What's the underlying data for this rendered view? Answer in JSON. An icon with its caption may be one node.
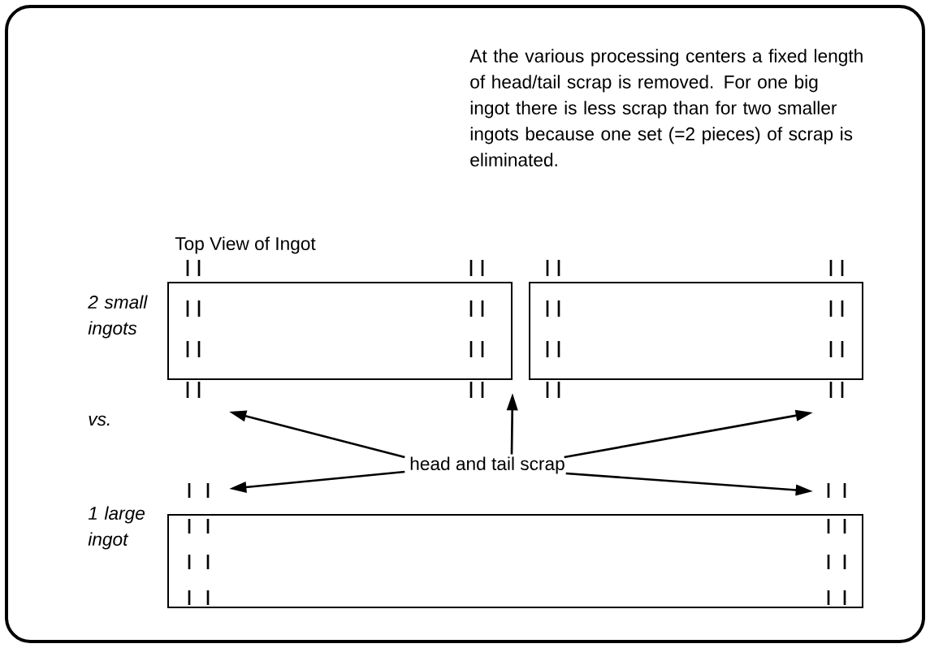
{
  "diagram": {
    "nodes": [
      {
        "text": [],
        "shape": "box"
      },
      {
        "text": [],
        "shape": "box"
      },
      {
        "text": [],
        "shape": "box"
      },
      {
        "text": [
          "head and tail scrap"
        ]
      }
    ],
    "edges": [
      {
        "from": 3,
        "to": 0,
        "arrow": "to"
      },
      {
        "from": 3,
        "to": 0,
        "arrow": "to"
      },
      {
        "from": 3,
        "to": 1,
        "arrow": "to"
      },
      {
        "from": 3,
        "to": 2,
        "arrow": "to"
      },
      {
        "from": 3,
        "to": 2,
        "arrow": "to"
      }
    ],
    "labels": [
      "At the various processing centers a fixed length of head/tail scrap is removed. For one big ingot there is less scrap than for two smaller ingots because one set (=2 pieces) of scrap is eliminated.",
      "Top View of Ingot",
      "2 small ingots",
      "vs.",
      "1 large ingot"
    ]
  }
}
